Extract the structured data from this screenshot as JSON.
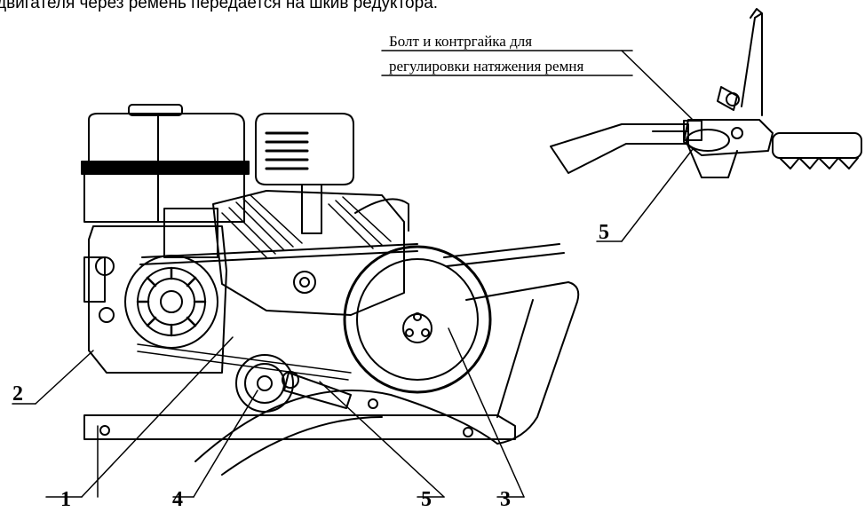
{
  "caption": {
    "text": "двигателя через ремень передается на шкив редуктора."
  },
  "annotation": {
    "line1": "Болт и контргайка для",
    "line2": "регулировки натяжения ремня"
  },
  "callouts": {
    "c1": "1",
    "c2": "2",
    "c3": "3",
    "c4": "4",
    "c5_bottom": "5",
    "c5_top": "5"
  },
  "colors": {
    "ink": "#000000",
    "paper": "#ffffff"
  }
}
